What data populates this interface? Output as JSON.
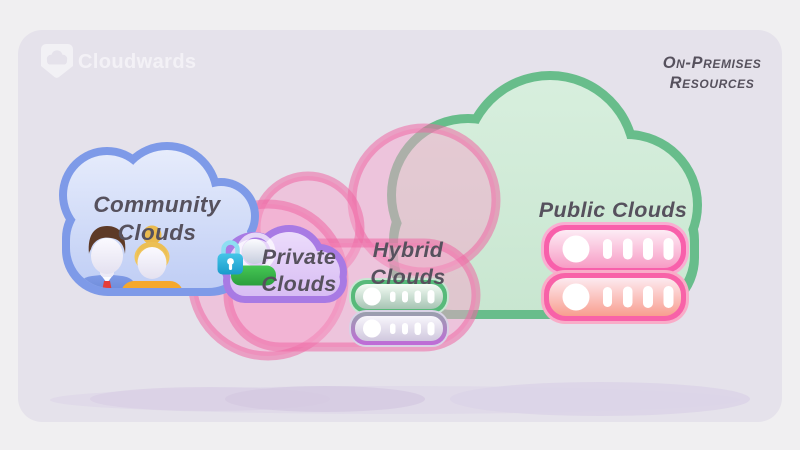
{
  "page": {
    "background": "#f0eff1",
    "panel": "#e5e2eb",
    "text_color": "#56515d"
  },
  "logo": {
    "text": "Cloudwards",
    "icon": "cloud-badge-icon"
  },
  "on_premises": {
    "line1": "On-Premises",
    "line2": "Resources"
  },
  "clouds": {
    "community": {
      "label_line1": "Community",
      "label_line2": "Clouds",
      "border": "#7e9ae8",
      "fill": "#cfdaf7",
      "icons": [
        "businessman-icon",
        "businesswoman-icon"
      ]
    },
    "private": {
      "label_line1": "Private",
      "label_line2": "Clouds",
      "border": "#a87ae4",
      "fill": "#e3cdf8",
      "icons": [
        "user-icon",
        "lock-icon"
      ]
    },
    "hybrid": {
      "label_line1": "Hybrid",
      "label_line2": "Clouds",
      "border": "#f06ca8",
      "fill": "#f7aacd",
      "icons": [
        "server-green-icon",
        "server-purple-icon"
      ]
    },
    "public": {
      "label": "Public Clouds",
      "border": "#68bd8b",
      "fill": "#d2ebd8",
      "icons": [
        "server-pink-icon",
        "server-pink-icon"
      ]
    }
  },
  "accents": {
    "lock_teal": "#2fb6de",
    "torso_green": "#3cba4e",
    "tie_red": "#e43d38",
    "suit_blue": "#7190da",
    "woman_orange": "#f5a82c",
    "server_pink": "#f860ab",
    "server_green": "#57ba7a",
    "server_purple": "#c06ad8"
  }
}
